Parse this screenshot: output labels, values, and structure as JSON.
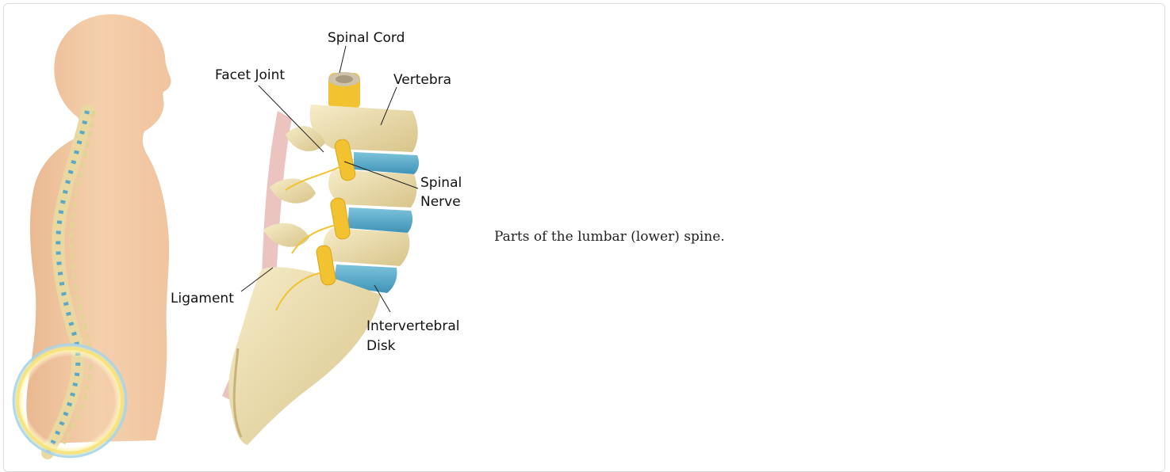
{
  "figure": {
    "labels": {
      "spinal_cord": "Spinal Cord",
      "facet_joint": "Facet Joint",
      "vertebra": "Vertebra",
      "spinal_nerve_line1": "Spinal",
      "spinal_nerve_line2": "Nerve",
      "ligament": "Ligament",
      "intervertebral_disk_line1": "Intervertebral",
      "intervertebral_disk_line2": "Disk"
    },
    "colors": {
      "skin": "#f2c6a0",
      "bone": "#eadcab",
      "disk": "#56a9c9",
      "nerve": "#f2c230",
      "ligament": "#d9a0a0",
      "highlight_ring": "#f7e27a"
    }
  },
  "caption": "Parts of the lumbar (lower) spine."
}
